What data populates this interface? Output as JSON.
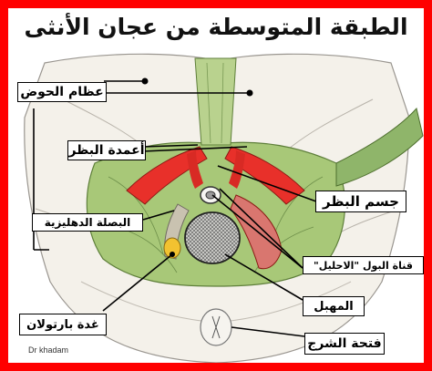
{
  "title": "الطبقة المتوسطة من عجان الأنثى",
  "labels": {
    "pelvic_bones": "عظام الحوض",
    "corpora_cavernosa": "أعمدة البظر",
    "clitoris_body": "جسم البظر",
    "vestibular_bulb": "البصلة الدهليزية",
    "urethra": "قناة البول \"الاحليل\"",
    "vagina": "المهبل",
    "bartholin_gland": "غدة بارتولان",
    "anus": "فتحة الشرج"
  },
  "credit": "Dr khadam",
  "colors": {
    "border": "#ff0000",
    "muscle_red": "#e8302a",
    "green_membrane": "#a8c878",
    "gland_yellow": "#f2c230",
    "bone": "#f4f1ea"
  }
}
